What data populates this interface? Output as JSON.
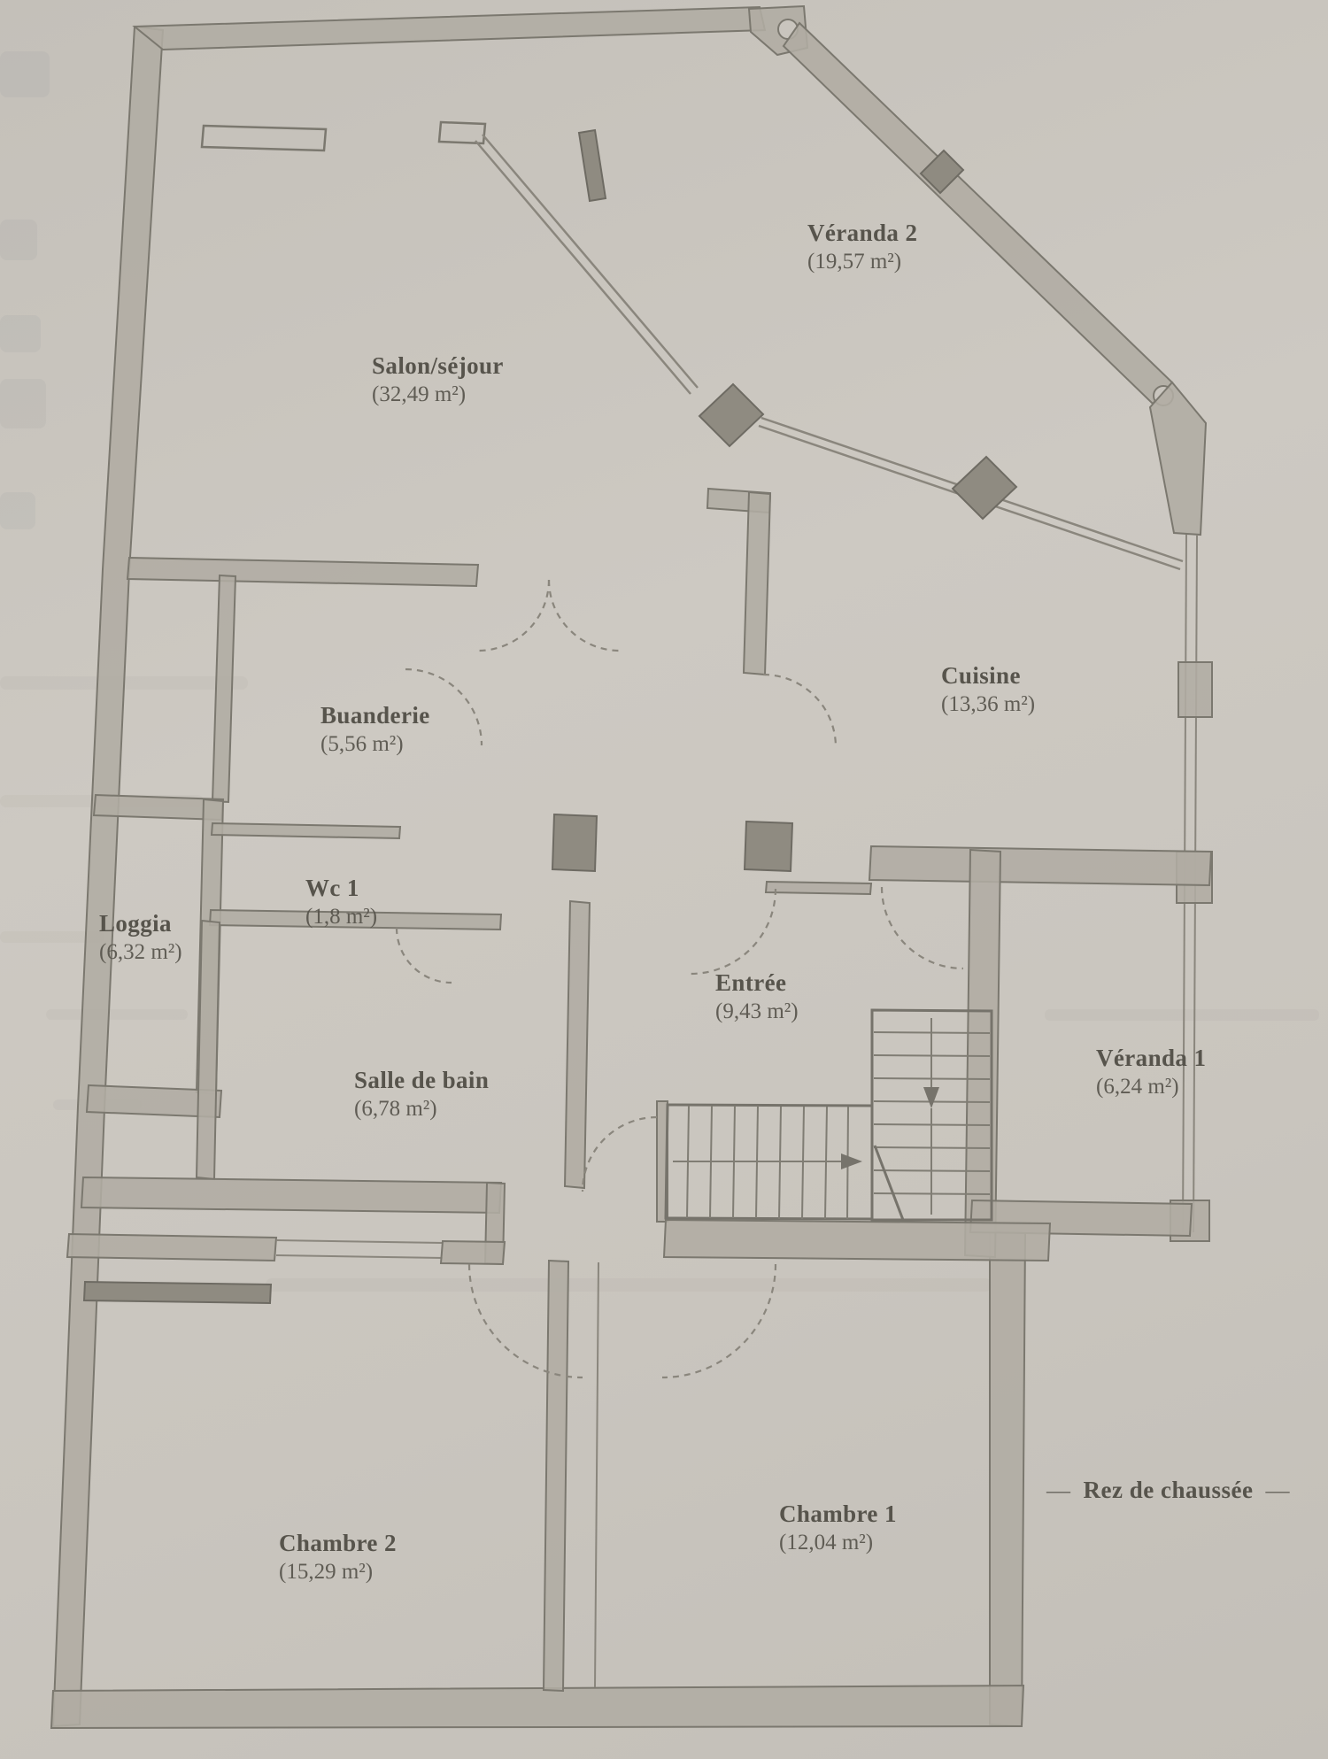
{
  "plan": {
    "title": "Rez de chaussée",
    "title_dash": "—",
    "rooms": [
      {
        "id": "veranda-2",
        "name": "Véranda 2",
        "area": "(19,57 m²)"
      },
      {
        "id": "salon-sejour",
        "name": "Salon/séjour",
        "area": "(32,49 m²)"
      },
      {
        "id": "cuisine",
        "name": "Cuisine",
        "area": "(13,36 m²)"
      },
      {
        "id": "buanderie",
        "name": "Buanderie",
        "area": "(5,56 m²)"
      },
      {
        "id": "wc-1",
        "name": "Wc 1",
        "area": "(1,8 m²)"
      },
      {
        "id": "loggia",
        "name": "Loggia",
        "area": "(6,32 m²)"
      },
      {
        "id": "entree",
        "name": "Entrée",
        "area": "(9,43 m²)"
      },
      {
        "id": "salle-de-bain",
        "name": "Salle de bain",
        "area": "(6,78 m²)"
      },
      {
        "id": "veranda-1",
        "name": "Véranda 1",
        "area": "(6,24 m²)"
      },
      {
        "id": "chambre-2",
        "name": "Chambre 2",
        "area": "(15,29 m²)"
      },
      {
        "id": "chambre-1",
        "name": "Chambre 1",
        "area": "(12,04 m²)"
      }
    ],
    "colors": {
      "paper": "#c9c5be",
      "wall_fill": "#b0aca3",
      "wall_stroke": "#7b786f",
      "line": "#8a867d",
      "text": "#57544c"
    }
  }
}
